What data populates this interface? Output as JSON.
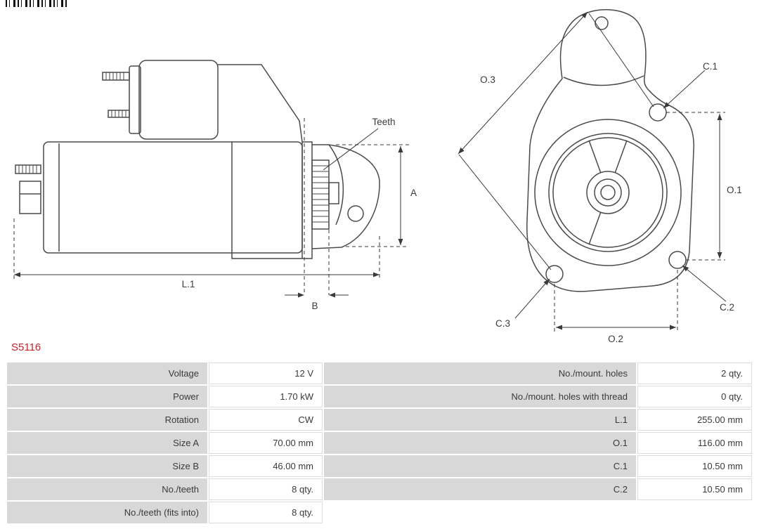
{
  "part_number": "S5116",
  "colors": {
    "accent-red": "#cc2027",
    "label-bg": "#d8d8d8",
    "value-border": "#dcdcdc",
    "line": "#4a4a4a",
    "dim": "#3a3a3a",
    "text": "#3a3a3a"
  },
  "drawing": {
    "labels": {
      "teeth": "Teeth",
      "a": "A",
      "b": "B",
      "l1": "L.1",
      "o1": "O.1",
      "o2": "O.2",
      "o3": "O.3",
      "c1": "C.1",
      "c2": "C.2",
      "c3": "C.3"
    }
  },
  "table": {
    "rows": [
      {
        "left_label": "Voltage",
        "left_value": "12 V",
        "right_label": "No./mount. holes",
        "right_value": "2 qty."
      },
      {
        "left_label": "Power",
        "left_value": "1.70 kW",
        "right_label": "No./mount. holes with thread",
        "right_value": "0 qty."
      },
      {
        "left_label": "Rotation",
        "left_value": "CW",
        "right_label": "L.1",
        "right_value": "255.00 mm"
      },
      {
        "left_label": "Size A",
        "left_value": "70.00 mm",
        "right_label": "O.1",
        "right_value": "116.00 mm"
      },
      {
        "left_label": "Size B",
        "left_value": "46.00 mm",
        "right_label": "C.1",
        "right_value": "10.50 mm"
      },
      {
        "left_label": "No./teeth",
        "left_value": "8 qty.",
        "right_label": "C.2",
        "right_value": "10.50 mm"
      },
      {
        "left_label": "No./teeth (fits into)",
        "left_value": "8 qty.",
        "right_label": "",
        "right_value": ""
      }
    ]
  }
}
